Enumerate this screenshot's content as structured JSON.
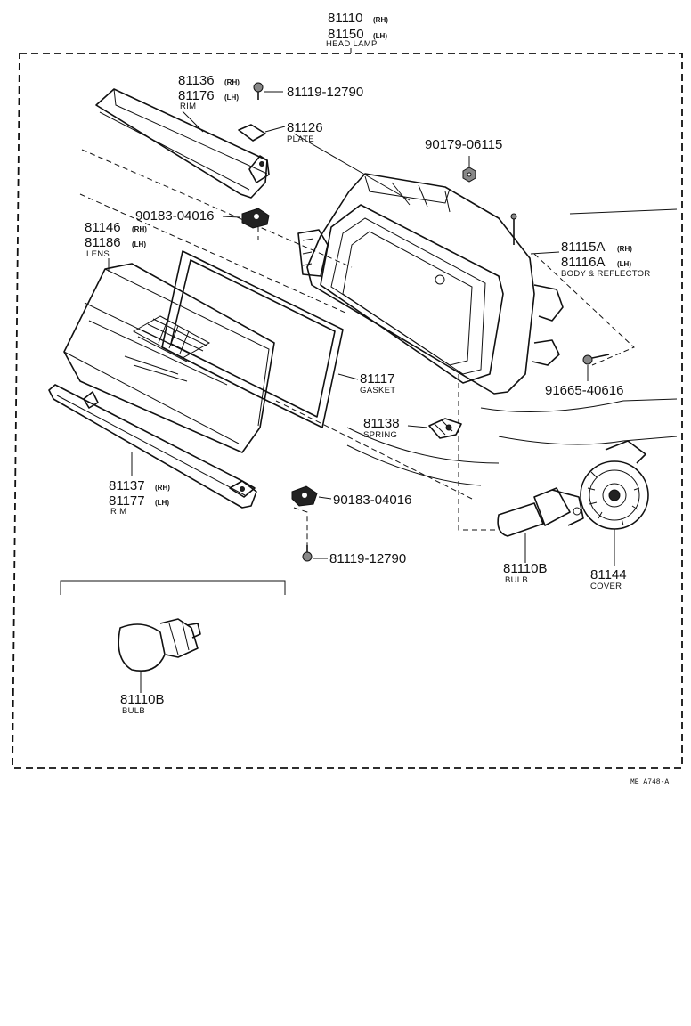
{
  "assembly": {
    "num_rh": "81110",
    "rh": "(RH)",
    "num_lh": "81150",
    "lh": "(LH)",
    "name": "HEAD LAMP"
  },
  "parts": {
    "rim_upper": {
      "num_rh": "81136",
      "rh": "(RH)",
      "num_lh": "81176",
      "lh": "(LH)",
      "name": "RIM"
    },
    "screw_upper": {
      "code": "81119-12790"
    },
    "plate": {
      "num": "81126",
      "name": "PLATE"
    },
    "nut": {
      "code": "90179-06115"
    },
    "clip_upper": {
      "code": "90183-04016"
    },
    "lens": {
      "num_rh": "81146",
      "rh": "(RH)",
      "num_lh": "81186",
      "lh": "(LH)",
      "name": "LENS"
    },
    "body_reflector": {
      "num_rh": "81115A",
      "rh": "(RH)",
      "num_lh": "81116A",
      "lh": "(LH)",
      "name": "BODY & REFLECTOR"
    },
    "screw_right": {
      "code": "91665-40616"
    },
    "gasket": {
      "num": "81117",
      "name": "GASKET"
    },
    "spring": {
      "num": "81138",
      "name": "SPRING"
    },
    "rim_lower": {
      "num_rh": "81137",
      "rh": "(RH)",
      "num_lh": "81177",
      "lh": "(LH)",
      "name": "RIM"
    },
    "clip_lower": {
      "code": "90183-04016"
    },
    "screw_lower": {
      "code": "81119-12790"
    },
    "bulb": {
      "num": "81110B",
      "name": "BULB"
    },
    "cover": {
      "num": "81144",
      "name": "COVER"
    },
    "bulb_alt": {
      "num": "81110B",
      "name": "BULB"
    }
  },
  "figure_code": "ME A748-A"
}
